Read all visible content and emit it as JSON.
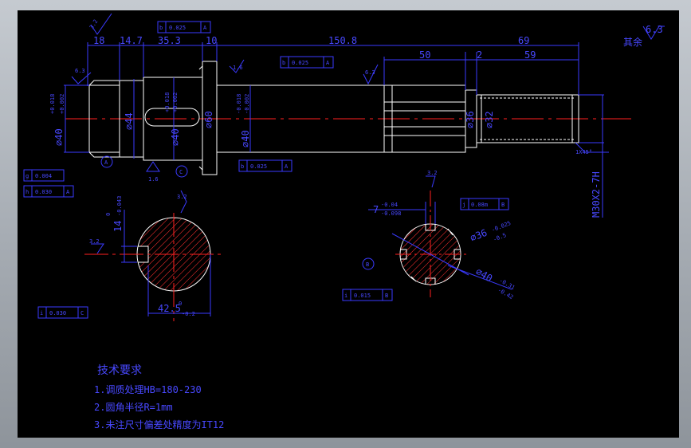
{
  "drawing": {
    "colors": {
      "background": "#000000",
      "outline": "#ffffff",
      "dimension": "#3a3aff",
      "centerline": "#ff2020",
      "hatch": "#ff3030"
    },
    "dims_top": {
      "d1": "18",
      "d2": "14.7",
      "d3": "35.3",
      "d4": "10",
      "d5": "150.8",
      "d6": "69",
      "d7": "50",
      "d8": "2",
      "d9": "59"
    },
    "dims_left": {
      "dia40": "⌀40",
      "dia40_up": "+0.018",
      "dia40_lo": "+0.002",
      "dia44": "⌀44",
      "dia40b": "⌀40",
      "dia40b_up": "+0.018",
      "dia40b_lo": "+0.002",
      "dia40c": "⌀40",
      "dia40c_up": "-0.018",
      "dia40c_lo": "-0.002",
      "dia60": "⌀60",
      "dia36": "⌀36",
      "dia32": "⌀32",
      "thread": "M30X2-7H",
      "chamfer": "1X45°"
    },
    "roughness": {
      "r1": "6.3",
      "r2": "3.2",
      "r3": "1.6",
      "r4": "1.6",
      "r5": "6.3",
      "r6": "3.2",
      "r7": "3.2",
      "r8": "3.2"
    },
    "datums": {
      "a": "A",
      "b": "B",
      "c": "C"
    },
    "rest_note": "其余",
    "frames": {
      "f1": {
        "sym": "b",
        "val": "0.025",
        "ref": "A"
      },
      "f2": {
        "sym": "b",
        "val": "0.025",
        "ref": "A"
      },
      "f3": {
        "sym": "b",
        "val": "0.025",
        "ref": "A"
      },
      "f4": {
        "sym": "g",
        "val": "0.004",
        "ref": ""
      },
      "f5": {
        "sym": "h",
        "val": "0.030",
        "ref": "A"
      },
      "f6": {
        "sym": "i",
        "val": "0.030",
        "ref": "C"
      },
      "f7": {
        "sym": "j",
        "val": "0.08m",
        "ref": "B"
      },
      "f8": {
        "sym": "i",
        "val": "0.015",
        "ref": "B"
      }
    },
    "section1": {
      "key_w": "14",
      "key_w_up": "0",
      "key_w_lo": "-0.043",
      "depth": "42.5",
      "depth_up": "0",
      "depth_lo": "-0.2"
    },
    "section2": {
      "w": "7",
      "w_up": "-0.04",
      "w_lo": "-0.098",
      "d36": "⌀36",
      "d36_up": "-0.025",
      "d36_lo": "-0.5",
      "d40": "⌀40",
      "d40_up": "-0.31",
      "d40_lo": "-0.42"
    },
    "tech": {
      "title": "技术要求",
      "line1": "1.调质处理HB=180-230",
      "line2": "2.圆角半径R=1mm",
      "line3": "3.未注尺寸偏差处精度为IT12"
    }
  }
}
